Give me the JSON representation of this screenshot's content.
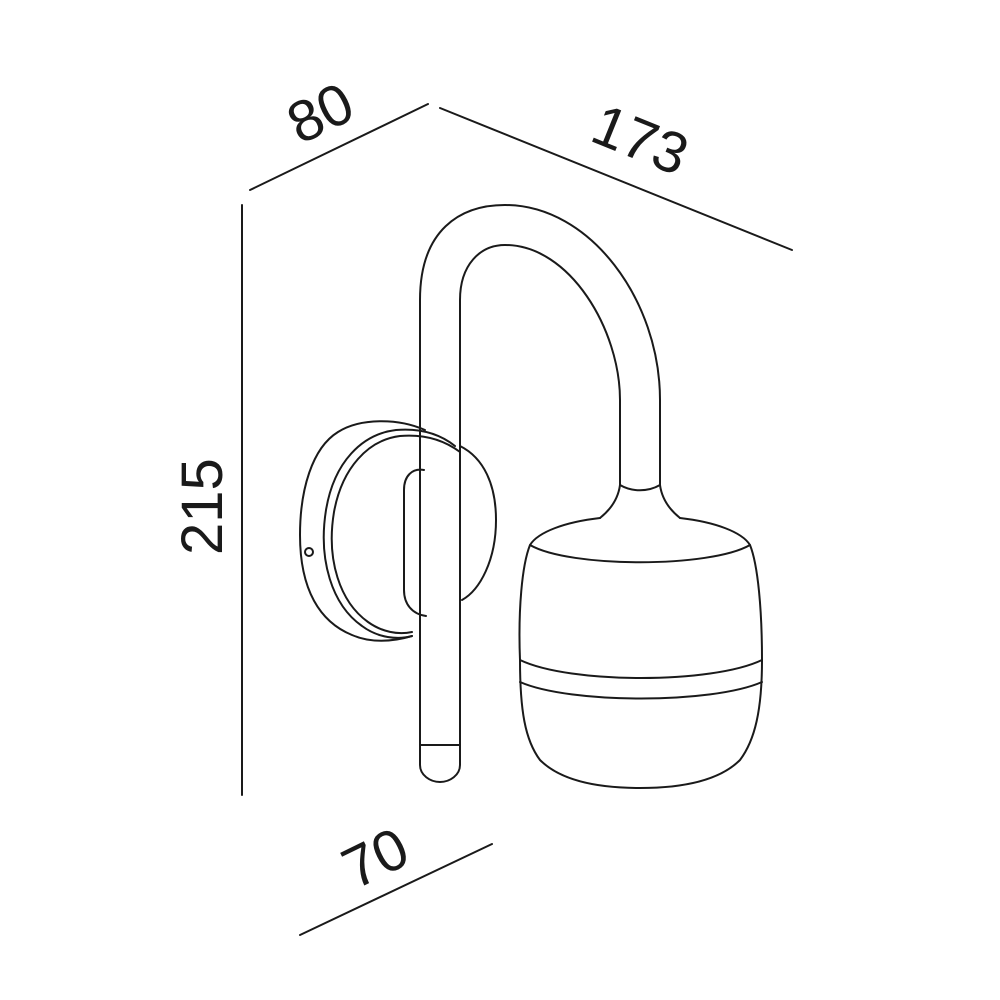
{
  "dimensions": {
    "depth_top": "80",
    "width_top": "173",
    "height": "215",
    "depth_bottom": "70"
  },
  "colors": {
    "stroke": "#1a1a1a",
    "background": "#ffffff"
  }
}
